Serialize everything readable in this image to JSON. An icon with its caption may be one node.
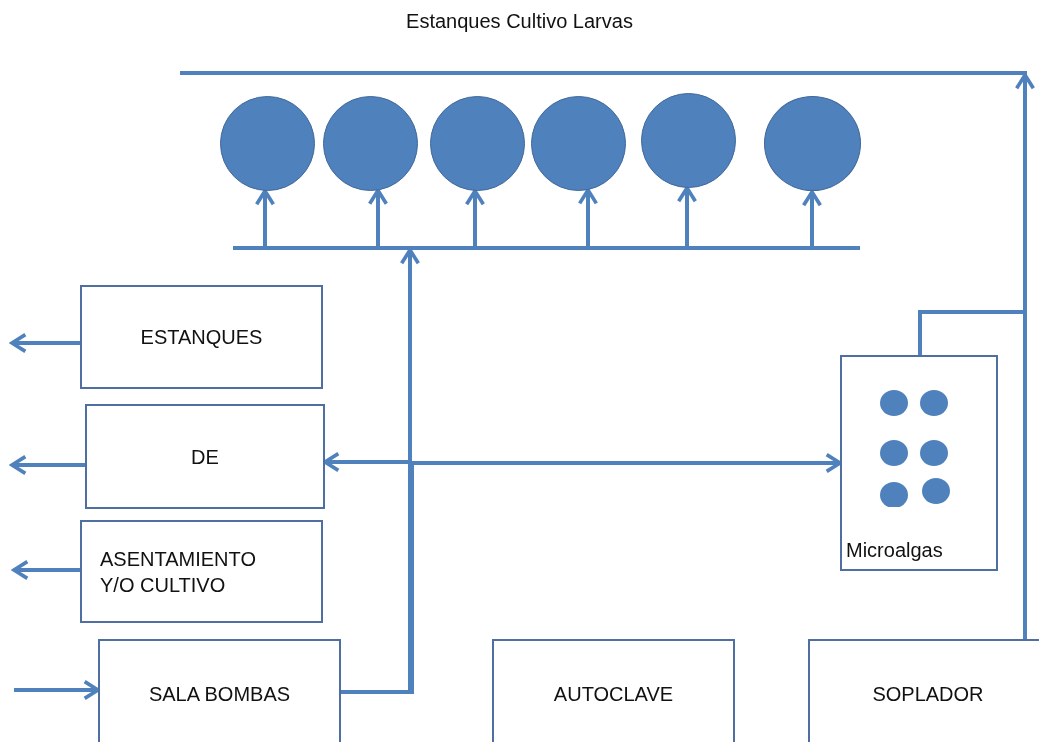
{
  "diagram": {
    "title": "Estanques Cultivo Larvas",
    "nodes": [
      {
        "text": [],
        "shape": "circle"
      },
      {
        "text": [],
        "shape": "circle"
      },
      {
        "text": [],
        "shape": "circle"
      },
      {
        "text": [],
        "shape": "circle"
      },
      {
        "text": [],
        "shape": "circle"
      },
      {
        "text": [],
        "shape": "circle"
      },
      {
        "text": [
          "ESTANQUES"
        ]
      },
      {
        "text": [
          "DE"
        ]
      },
      {
        "text": [
          "ASENTAMIENTO Y/O CULTIVO"
        ]
      },
      {
        "text": [
          "SALA BOMBAS"
        ]
      },
      {
        "text": [
          "AUTOCLAVE"
        ]
      },
      {
        "text": [
          "SOPLADOR"
        ]
      },
      {
        "text": [
          "Microalgas"
        ]
      },
      {
        "text": [],
        "shape": "bar"
      },
      {
        "text": [],
        "shape": "bar"
      }
    ],
    "edges": [
      {
        "from": 14,
        "to": 0,
        "arrow": "to"
      },
      {
        "from": 14,
        "to": 1,
        "arrow": "to"
      },
      {
        "from": 14,
        "to": 2,
        "arrow": "to"
      },
      {
        "from": 14,
        "to": 3,
        "arrow": "to"
      },
      {
        "from": 14,
        "to": 4,
        "arrow": "to"
      },
      {
        "from": 14,
        "to": 5,
        "arrow": "to"
      },
      {
        "from": 9,
        "to": 14,
        "arrow": "to"
      },
      {
        "from": 9,
        "to": 7,
        "arrow": "to"
      },
      {
        "from": 9,
        "to": 12,
        "arrow": "to"
      },
      {
        "from": 6,
        "to": null,
        "arrow": "to"
      },
      {
        "from": 7,
        "to": null,
        "arrow": "to"
      },
      {
        "from": 8,
        "to": null,
        "arrow": "to"
      },
      {
        "from": null,
        "to": 9,
        "arrow": "to"
      },
      {
        "from": 11,
        "to": 13,
        "arrow": "to"
      },
      {
        "from": 11,
        "to": 12,
        "arrow": "none"
      }
    ]
  }
}
